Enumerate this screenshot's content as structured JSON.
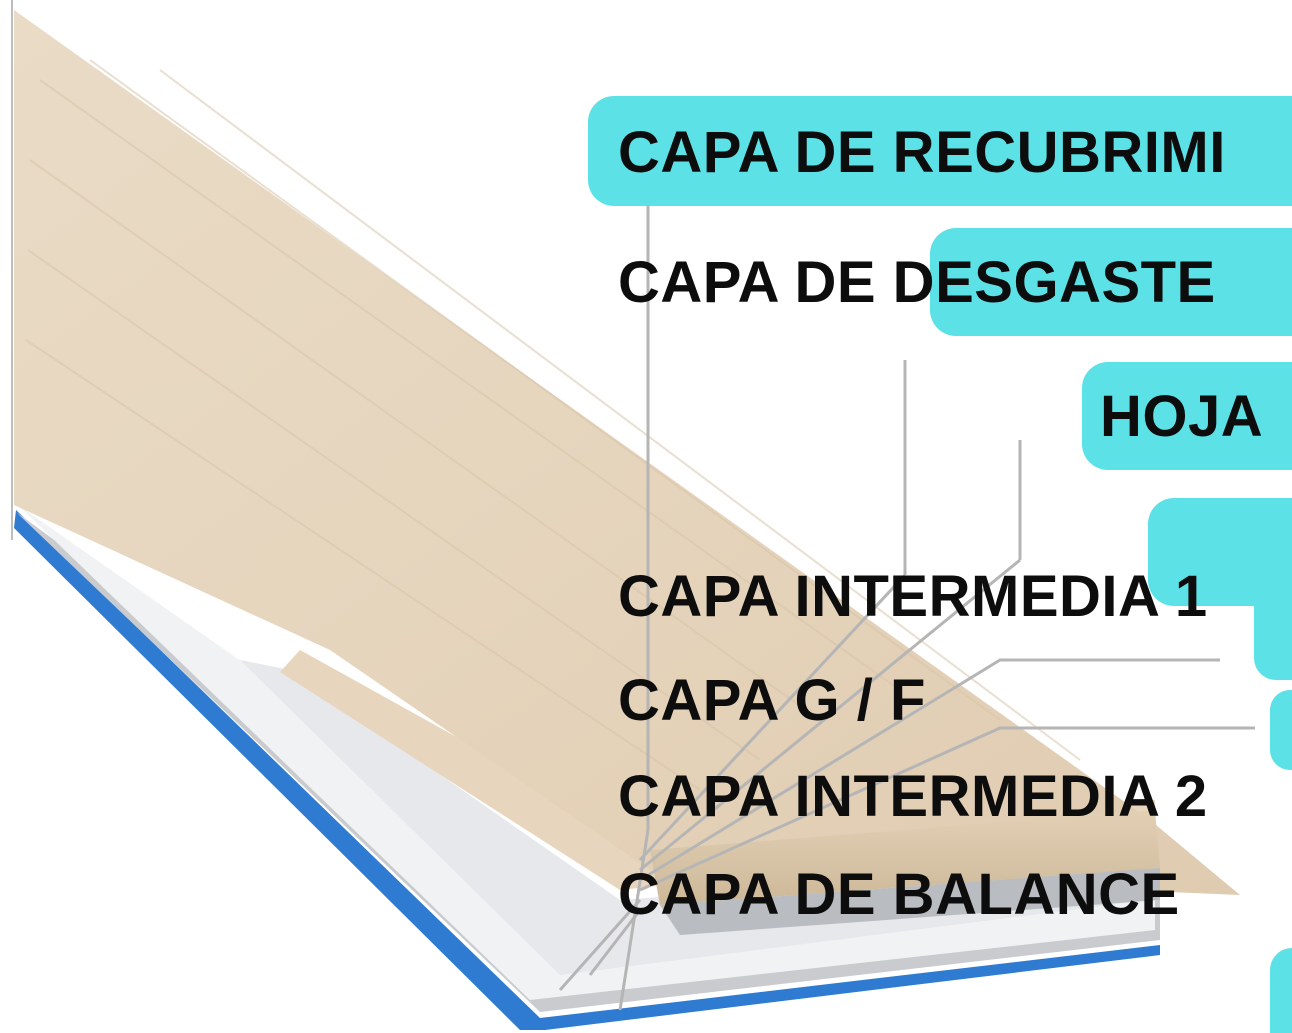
{
  "colors": {
    "accent_cyan": "#5ce1e6",
    "wood_top": "#e8d8c2",
    "wood_edge": "#d6c3a8",
    "base_blue": "#2e7bd1",
    "layer_white": "#f3f4f6",
    "layer_gray": "#c9cbcf",
    "label_text": "#0d0d0d",
    "leader_line": "#bdbdbd"
  },
  "diagram": {
    "labels": {
      "coating": "CAPA DE RECUBRIMI",
      "wear": "CAPA DE DESGASTE",
      "sheet": "HOJA",
      "intermediate_1": "CAPA INTERMEDIA 1",
      "gf": "CAPA G / F",
      "intermediate_2": "CAPA INTERMEDIA 2",
      "balance": "CAPA DE BALANCE"
    }
  }
}
